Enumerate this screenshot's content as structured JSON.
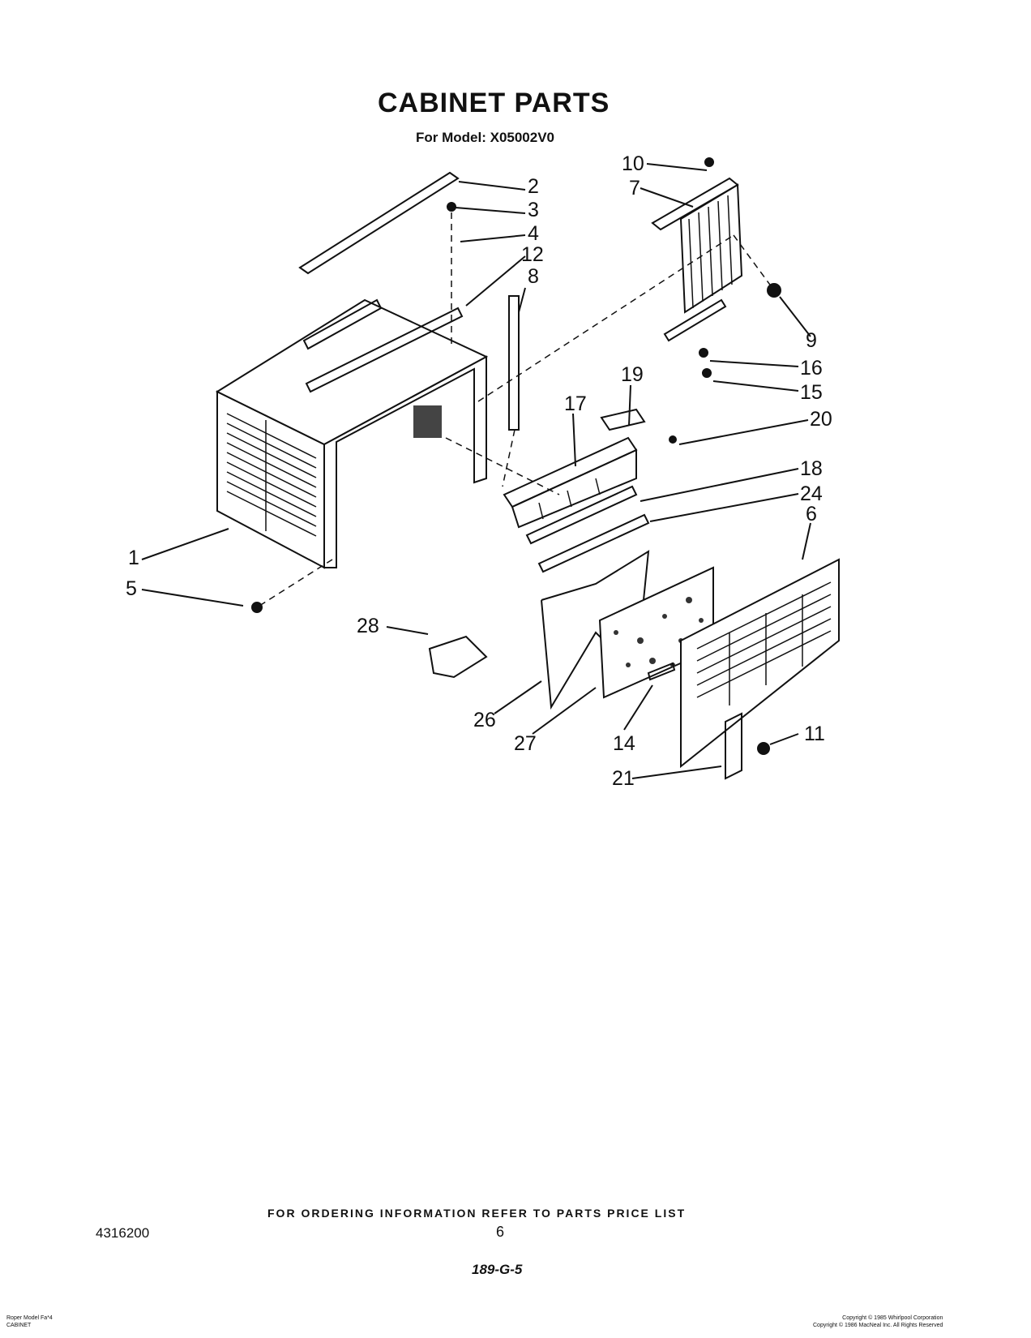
{
  "title": "CABINET PARTS",
  "model_line": "For Model: X05002V0",
  "callouts": [
    {
      "id": "c1",
      "label": "1"
    },
    {
      "id": "c2",
      "label": "2"
    },
    {
      "id": "c3",
      "label": "3"
    },
    {
      "id": "c4",
      "label": "4"
    },
    {
      "id": "c5",
      "label": "5"
    },
    {
      "id": "c6",
      "label": "6"
    },
    {
      "id": "c7",
      "label": "7"
    },
    {
      "id": "c8",
      "label": "8"
    },
    {
      "id": "c9",
      "label": "9"
    },
    {
      "id": "c10",
      "label": "10"
    },
    {
      "id": "c11",
      "label": "11"
    },
    {
      "id": "c12",
      "label": "12"
    },
    {
      "id": "c14",
      "label": "14"
    },
    {
      "id": "c15",
      "label": "15"
    },
    {
      "id": "c16",
      "label": "16"
    },
    {
      "id": "c17",
      "label": "17"
    },
    {
      "id": "c18",
      "label": "18"
    },
    {
      "id": "c19",
      "label": "19"
    },
    {
      "id": "c20",
      "label": "20"
    },
    {
      "id": "c21",
      "label": "21"
    },
    {
      "id": "c24",
      "label": "24"
    },
    {
      "id": "c26",
      "label": "26"
    },
    {
      "id": "c27",
      "label": "27"
    },
    {
      "id": "c28",
      "label": "28"
    }
  ],
  "footer": {
    "ordering_note": "FOR ORDERING INFORMATION REFER TO PARTS PRICE LIST",
    "document_number": "4316200",
    "page_number": "6",
    "code": "189-G-5",
    "left_note_1": "Roper Model Fa*4",
    "left_note_2": "CABINET",
    "copyright_1": "Copyright © 1985 Whirlpool Corporation",
    "copyright_2": "Copyright © 1986 MacNeal Inc. All Rights Reserved"
  }
}
